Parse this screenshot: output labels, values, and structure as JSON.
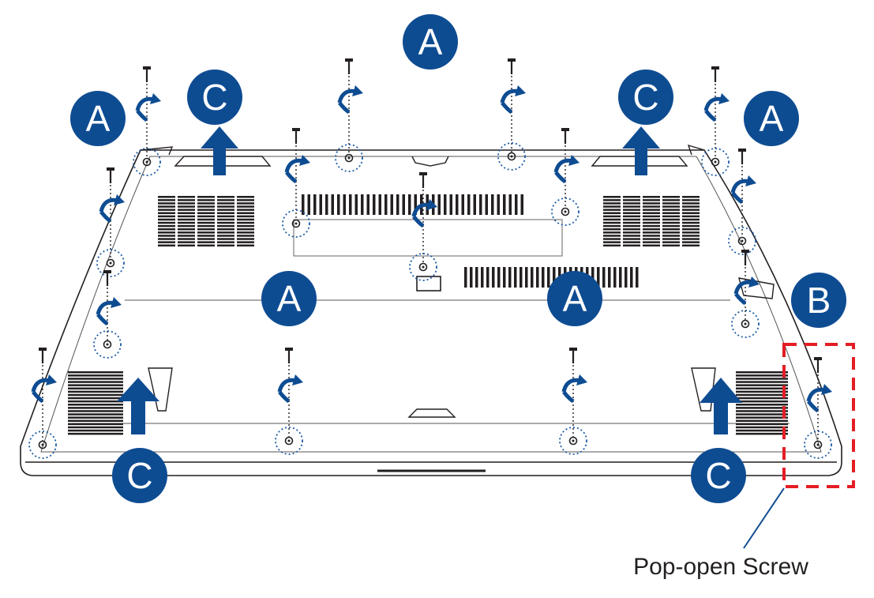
{
  "colors": {
    "badge": "#0e4c92",
    "badge_text": "#ffffff",
    "line": "#231f20",
    "highlight": "#e31e24",
    "circle": "#1a5aa6"
  },
  "badges": {
    "top": "A",
    "upper_left": "A",
    "upper_right": "A",
    "mid_left": "A",
    "mid_right": "A",
    "c_top_left": "C",
    "c_top_right": "C",
    "c_bottom_left": "C",
    "c_bottom_right": "C",
    "b": "B"
  },
  "callout": {
    "label": "Pop-open Screw"
  },
  "icons": {
    "screw": "screw-icon",
    "rotate": "rotate-counterclockwise-icon",
    "arrow": "lift-arrow-icon"
  }
}
